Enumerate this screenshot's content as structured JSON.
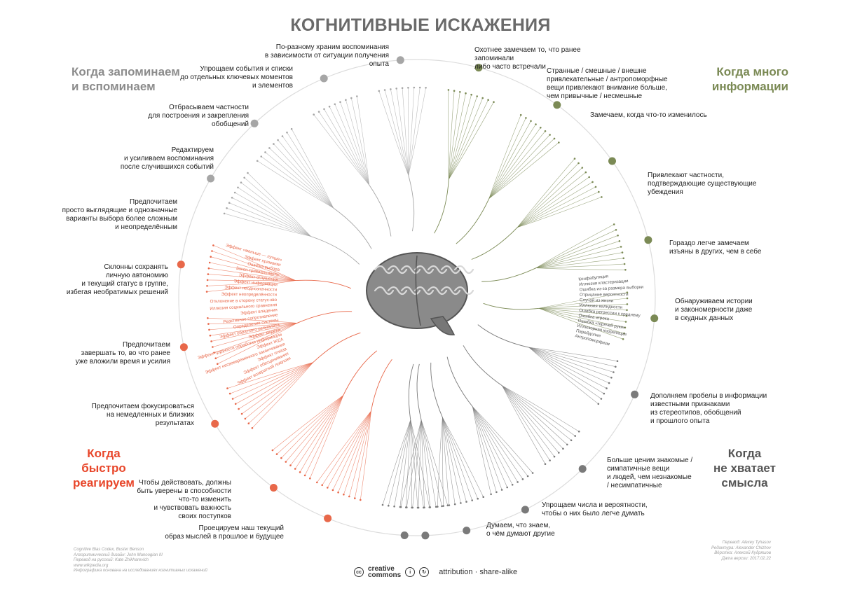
{
  "title": "КОГНИТИВНЫЕ ИСКАЖЕНИЯ",
  "quadrants": {
    "remember": {
      "line1": "Когда запоминаем",
      "line2": "и вспоминаем"
    },
    "info": {
      "line1": "Когда много",
      "line2": "информации"
    },
    "fast": {
      "line1": "Когда",
      "line2": "быстро",
      "line3": "реагируем"
    },
    "meaning": {
      "line1": "Когда",
      "line2": "не хватает",
      "line3": "смысла"
    }
  },
  "colors": {
    "remember": "#a6a6a6",
    "info": "#7b8a55",
    "fast": "#e8684a",
    "meaning": "#7a7a7a"
  },
  "categories": [
    {
      "lines": [
        "По-разному храним воспоминания",
        "в зависимости от ситуации получения",
        "опыта"
      ],
      "group": "remember"
    },
    {
      "lines": [
        "Упрощаем события и списки",
        "до отдельных ключевых моментов",
        "и элементов"
      ],
      "group": "remember"
    },
    {
      "lines": [
        "Отбрасываем частности",
        "для построения и закрепления обобщений"
      ],
      "group": "remember"
    },
    {
      "lines": [
        "Редактируем",
        "и усиливаем воспоминания",
        "после случившихся событий"
      ],
      "group": "remember"
    },
    {
      "lines": [
        "Предпочитаем",
        "просто выглядящие и однозначные",
        "варианты выбора более сложным",
        "и неопределённым"
      ],
      "group": "fast"
    },
    {
      "lines": [
        "Склонны сохранять",
        "личную автономию",
        "и текущий статус в группе,",
        "избегая необратимых решений"
      ],
      "group": "fast"
    },
    {
      "lines": [
        "Предпочитаем",
        "завершать то, во что ранее",
        "уже вложили время и усилия"
      ],
      "group": "fast"
    },
    {
      "lines": [
        "Предпочитаем фокусироваться",
        "на немедленных и близких",
        "результатах"
      ],
      "group": "fast"
    },
    {
      "lines": [
        "Чтобы действовать, должны",
        "быть уверены в способности",
        "что-то изменить",
        "и чувствовать важность",
        "своих поступков"
      ],
      "group": "fast"
    },
    {
      "lines": [
        "Проецируем наш текущий",
        "образ мыслей в прошлое и будущее"
      ],
      "group": "meaning"
    },
    {
      "lines": [
        "Охотнее замечаем то, что ранее запоминали",
        "либо часто встречали"
      ],
      "group": "info"
    },
    {
      "lines": [
        "Странные / смешные / внешне",
        "привлекательные / антропоморфные",
        "вещи привлекают внимание больше,",
        "чем привычные / несмешные"
      ],
      "group": "info"
    },
    {
      "lines": [
        "Замечаем, когда что-то изменилось"
      ],
      "group": "info"
    },
    {
      "lines": [
        "Привлекают частности,",
        "подтверждающие существующие",
        "убеждения"
      ],
      "group": "info"
    },
    {
      "lines": [
        "Гораздо легче замечаем",
        "изъяны в других, чем в себе"
      ],
      "group": "info"
    },
    {
      "lines": [
        "Обнаруживаем истории",
        "и закономерности даже",
        "в скудных данных"
      ],
      "group": "meaning"
    },
    {
      "lines": [
        "Дополняем пробелы в информации",
        "известными признаками",
        "из стереотипов, обобщений",
        "и прошлого опыта"
      ],
      "group": "meaning"
    },
    {
      "lines": [
        "Больше ценим знакомые /",
        "симпатичные вещи",
        "и людей, чем незнакомые",
        "/ несимпатичные"
      ],
      "group": "meaning"
    },
    {
      "lines": [
        "Упрощаем числа и вероятности,",
        "чтобы о них было легче думать"
      ],
      "group": "meaning"
    },
    {
      "lines": [
        "Думаем, что знаем,",
        "о чём думают другие"
      ],
      "group": "meaning"
    }
  ],
  "biases": {
    "meaning_right": [
      "Конфабуляция",
      "Иллюзия кластеризации",
      "Ошибка из-за размера выборки",
      "Отрицание вероятности",
      "Случай из жизни",
      "Иллюзия валидности",
      "Ошибка регрессии к среднему",
      "Ошибка игрока",
      "Ошибка «горячей руки»",
      "Иллюзорная корреляция",
      "Парейдолия",
      "Антропоморфизм"
    ],
    "fast_left": [
      "Эффект «меньше — лучше»",
      "Эффект приманки",
      "Ошибка выбора",
      "Закон тривиальности",
      "Эффект оглушения",
      "Эффект информации",
      "Эффект неоднозначности",
      "Эффект неопределённости",
      "Отклонение в сторону статус-кво",
      "Иллюзия социального сравнения",
      "Эффект владения",
      "Реактивное сопротивление",
      "Определение системы",
      "Эффект обратного результата",
      "Эффект модели",
      "Эффект трудности обработки информации",
      "Эффект IKEA",
      "Эффект несвоевременного заканчивания",
      "Эффект отказа",
      "Эффект обесценивания",
      "Эффект возвратной ловушки"
    ]
  },
  "footer": {
    "left": [
      "Cognitive Bias Codex, Buster Benson",
      "Алгоритмический дизайн: John Manoogian III",
      "Перевод на русский: Kate Zhikharevich",
      "www.wikipedia.org",
      "Инфографика основана на исследованиях когнитивных искажений"
    ],
    "right": [
      "Перевод: Alexey Tyhasov",
      "Редактура: Alexander Chizhov",
      "Вёрстка: Алексей Кудряшов",
      "Дата версии: 2017.02.22"
    ],
    "cc_word1": "creative",
    "cc_word2": "commons",
    "terms": "attribution · share-alike"
  }
}
